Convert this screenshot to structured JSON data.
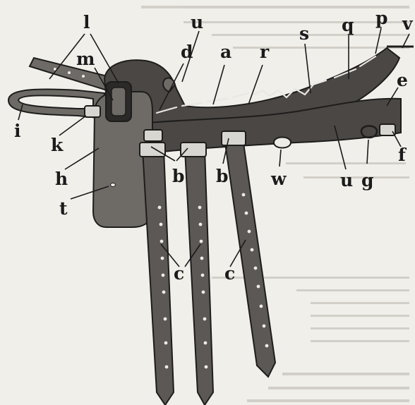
{
  "figure": {
    "labels": [
      {
        "id": "l",
        "text": "l"
      },
      {
        "id": "m",
        "text": "m"
      },
      {
        "id": "u1",
        "text": "u"
      },
      {
        "id": "d",
        "text": "d"
      },
      {
        "id": "a",
        "text": "a"
      },
      {
        "id": "r",
        "text": "r"
      },
      {
        "id": "s",
        "text": "s"
      },
      {
        "id": "q",
        "text": "q"
      },
      {
        "id": "p",
        "text": "p"
      },
      {
        "id": "v",
        "text": "v"
      },
      {
        "id": "e",
        "text": "e"
      },
      {
        "id": "f",
        "text": "f"
      },
      {
        "id": "g",
        "text": "g"
      },
      {
        "id": "u2",
        "text": "u"
      },
      {
        "id": "w",
        "text": "w"
      },
      {
        "id": "b1",
        "text": "b"
      },
      {
        "id": "b2",
        "text": "b"
      },
      {
        "id": "c1",
        "text": "c"
      },
      {
        "id": "c2",
        "text": "c"
      },
      {
        "id": "i",
        "text": "i"
      },
      {
        "id": "k",
        "text": "k"
      },
      {
        "id": "h",
        "text": "h"
      },
      {
        "id": "t",
        "text": "t"
      }
    ]
  }
}
